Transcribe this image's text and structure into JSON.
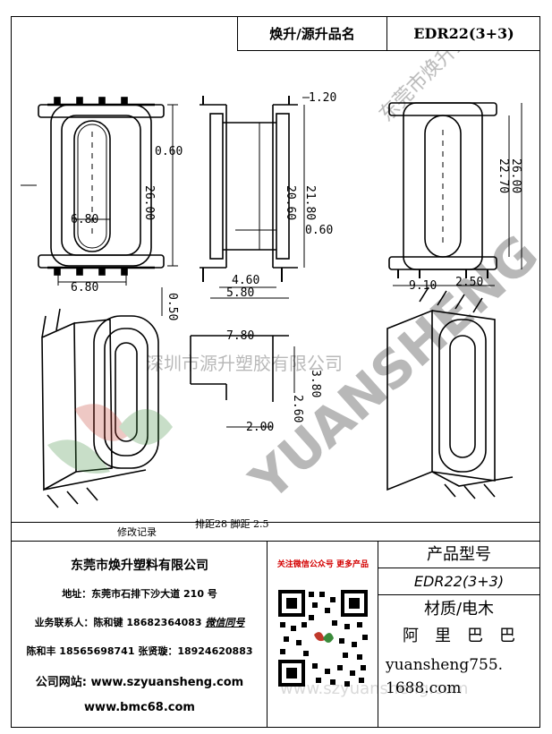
{
  "header": {
    "label": "焕升/源升品名",
    "model": "EDR22(3+3)"
  },
  "dims": {
    "d120": "1.20",
    "d060a": "0.60",
    "d2600a": "26.00",
    "d680a": "6.80",
    "d2060": "20.60",
    "d2180": "21.80",
    "d060b": "0.60",
    "d680b": "6.80",
    "d460": "4.60",
    "d580": "5.80",
    "d050": "0.50",
    "d780": "7.80",
    "d380": "3.80",
    "d260": "2.60",
    "d200": "2.00",
    "d2270": "22.70",
    "d2600b": "26.00",
    "d910": "9.10",
    "d250": "2.50"
  },
  "watermark": {
    "brand": "YUANSHENG",
    "company": "深圳市源升塑胶有限公司",
    "vertical": "东莞市焕升塑料有限公司"
  },
  "note": "排距28   脚距 2.5",
  "revision_label": "修改记录",
  "company": {
    "name": "东莞市焕升塑料有限公司",
    "address": "地址：东莞市石排下沙大道 210 号",
    "contact1": "业务联系人：陈和键 18682364083",
    "wechat": "微信同号",
    "contact2": "陈和丰  18565698741  张贤璇：18924620883",
    "website": "公司网站: www.szyuansheng.com",
    "website2": "www.bmc68.com"
  },
  "qr": {
    "caption": "关注微信公众号 更多产品"
  },
  "product": {
    "type_label": "产品型号",
    "type_value": "EDR22(3+3)",
    "material": "材质/电木",
    "alibaba": "阿　里　巴　巴",
    "shop": "yuansheng755.",
    "shop2": "1688.com",
    "shop_watermark": "www.szyuansheng.com"
  },
  "colors": {
    "watermark_green": "#3a8a3a",
    "watermark_red": "#c0392b",
    "caption_red": "#d40000"
  }
}
